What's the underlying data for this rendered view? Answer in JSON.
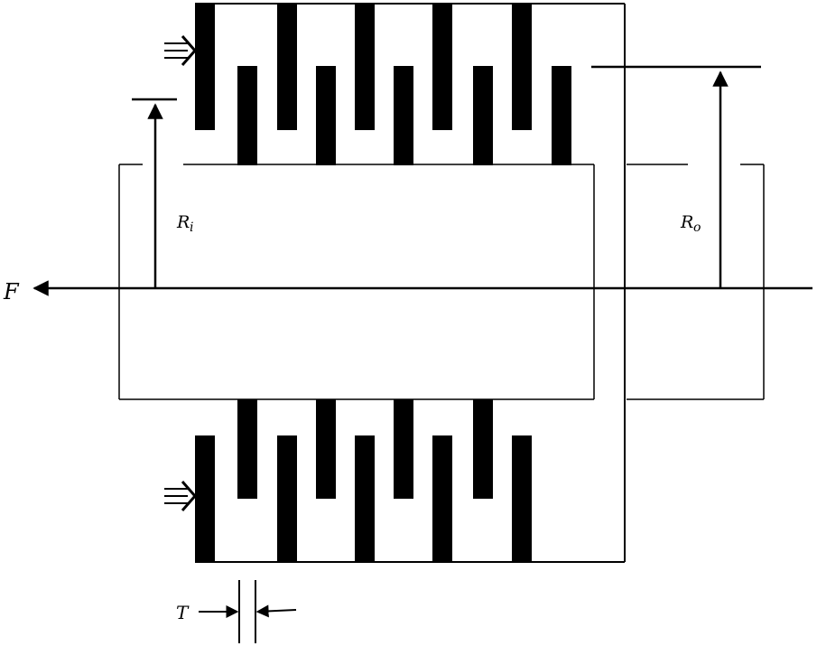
{
  "labels": {
    "force": "F",
    "inner_radius_main": "R",
    "inner_radius_sub": "i",
    "outer_radius_main": "R",
    "outer_radius_sub": "o",
    "thickness": "T"
  },
  "colors": {
    "ink": "#000000",
    "background": "#ffffff"
  },
  "icons": {
    "pressure_arrow_top": "triple-arrow-icon",
    "pressure_arrow_bottom": "triple-arrow-icon"
  }
}
